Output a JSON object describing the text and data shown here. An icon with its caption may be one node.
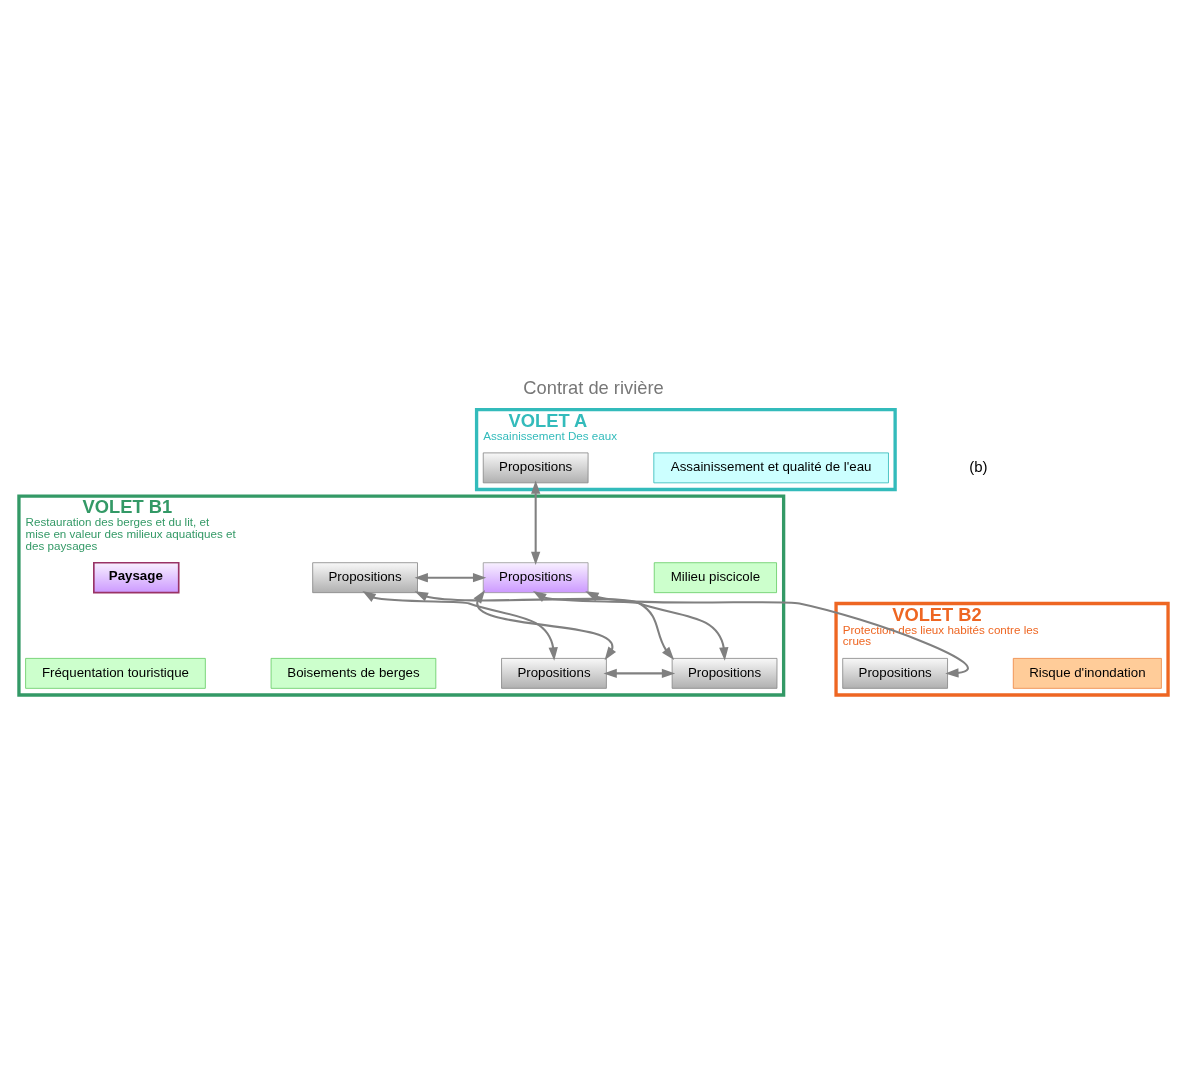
{
  "diagram": {
    "title": "Contrat de rivière",
    "nodes": [
      {
        "text": [
          "VOLET A",
          "Assainissement Des eaux"
        ]
      },
      {
        "text": [
          "Assainissement et qualité de l'eau"
        ],
        "in": 0
      },
      {
        "text": [
          "Propositions"
        ],
        "in": 0
      },
      {
        "text": [
          "VOLET B1",
          "Restauration des berges et du lit, et mise en valeur des milieux aquatiques et des paysages"
        ]
      },
      {
        "text": [
          "Milieu piscicole"
        ],
        "in": 3
      },
      {
        "text": [
          "Propositions"
        ],
        "in": 3
      },
      {
        "text": [
          "Paysage"
        ],
        "in": 3
      },
      {
        "text": [
          "Propositions"
        ],
        "in": 3
      },
      {
        "text": [
          "Boisements de berges"
        ],
        "in": 3
      },
      {
        "text": [
          "Propositions"
        ],
        "in": 3
      },
      {
        "text": [
          "Fréquentation touristique"
        ],
        "in": 3
      },
      {
        "text": [
          "Propositions"
        ],
        "in": 3
      },
      {
        "text": [
          "VOLET B2",
          "Protection des lieux habités contre les crues"
        ]
      },
      {
        "text": [
          "Risque d'inondation"
        ],
        "in": 12
      },
      {
        "text": [
          "Propositions"
        ],
        "in": 12
      }
    ],
    "edges": [
      {
        "from": 2,
        "to": 7,
        "arrow": "both"
      },
      {
        "from": 5,
        "to": 7,
        "arrow": "both"
      },
      {
        "from": 5,
        "to": 9,
        "arrow": "both"
      },
      {
        "from": 7,
        "to": 11,
        "arrow": "both"
      },
      {
        "from": 5,
        "to": 11,
        "arrow": "both"
      },
      {
        "from": 7,
        "to": 9,
        "arrow": "both"
      },
      {
        "from": 9,
        "to": 11,
        "arrow": "both"
      },
      {
        "from": 7,
        "to": 14,
        "arrow": "both"
      }
    ],
    "labels": [
      "(b)"
    ]
  }
}
